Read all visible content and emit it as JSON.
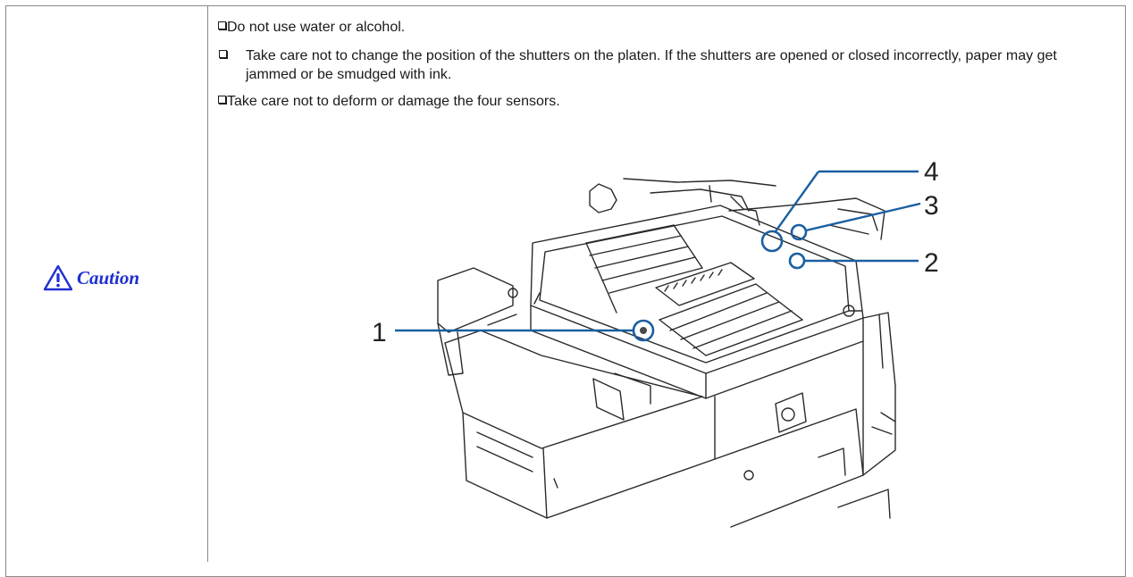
{
  "caution": {
    "icon": "warning-triangle-icon",
    "label": "Caution",
    "color": "#1f2fd0"
  },
  "notes": [
    "Do not use water or alcohol.",
    "Take care not to change the position of the shutters on the platen. If the shutters are opened or closed incorrectly, paper may get jammed or be smudged with ink.",
    "Take care not to deform or damage the four sensors."
  ],
  "figure": {
    "subject": "printer-platen-illustration",
    "callouts": [
      "1",
      "2",
      "3",
      "4"
    ]
  }
}
